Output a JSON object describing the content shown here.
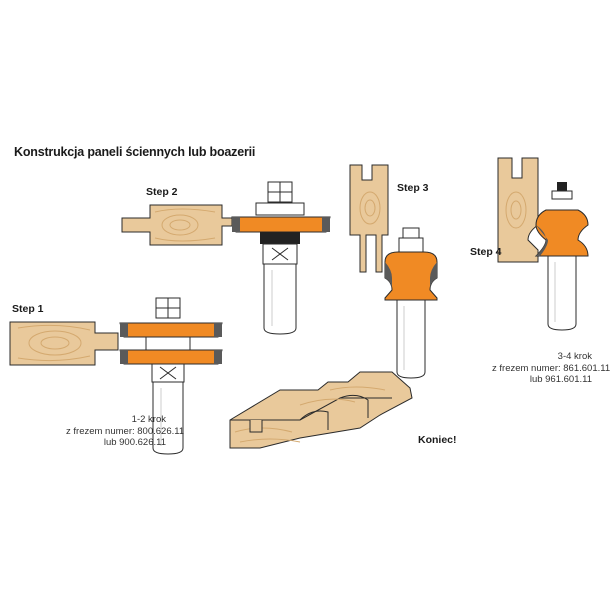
{
  "title": "Konstrukcja paneli ściennych lub boazerii",
  "steps": {
    "step1": "Step 1",
    "step2": "Step 2",
    "step3": "Step 3",
    "step4": "Step 4"
  },
  "note_left": {
    "line1": "1-2 krok",
    "line2": "z frezem numer: 800.626.11",
    "line3": "lub 900.626.11"
  },
  "note_right": {
    "line1": "3-4 krok",
    "line2": "z frezem numer: 861.601.11",
    "line3": "lub 961.601.11"
  },
  "final_label": "Koniec!",
  "colors": {
    "wood": "#e9c99b",
    "wood_grain": "#d4a96f",
    "cutter_orange": "#f08a24",
    "shaft": "#ffffff",
    "outline": "#2b2b2b",
    "dark_gray": "#5a5a5a"
  }
}
